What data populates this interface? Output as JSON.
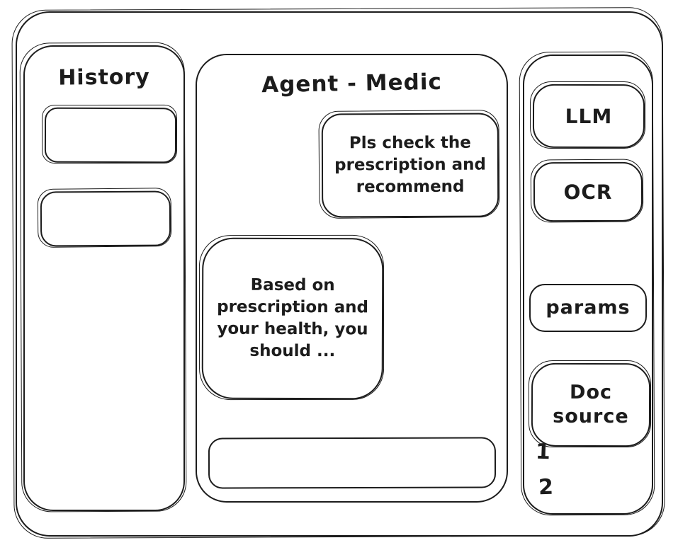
{
  "colors": {
    "ink": "#1c1c1c",
    "background": "#ffffff"
  },
  "history_panel": {
    "title": "History",
    "items": [
      "",
      ""
    ]
  },
  "chat_panel": {
    "title": "Agent - Medic",
    "messages": [
      {
        "role": "user",
        "text": "Pls check the prescription and recommend"
      },
      {
        "role": "assistant",
        "text": "Based on prescription and your health, you should ..."
      }
    ],
    "input": {
      "value": "",
      "placeholder": ""
    }
  },
  "tools_panel": {
    "llm_button": "LLM",
    "ocr_button": "OCR",
    "params_button": "params",
    "doc_source_button": "Doc source",
    "doc_source_items": [
      "1",
      "2"
    ]
  }
}
